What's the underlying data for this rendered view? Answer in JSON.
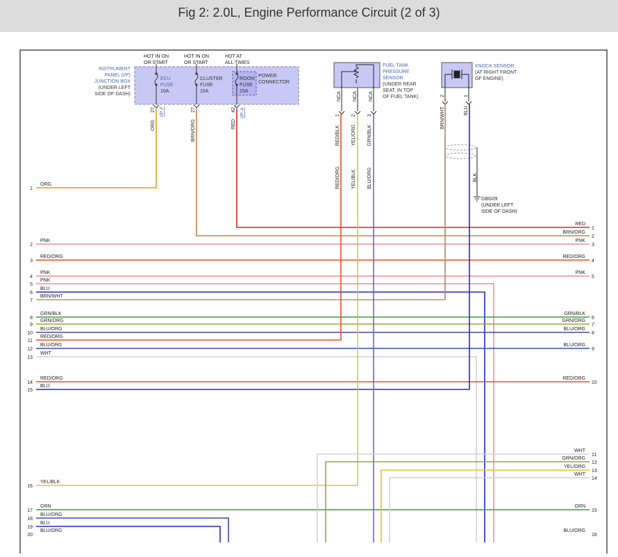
{
  "header": {
    "title": "Fig 2: 2.0L, Engine Performance Circuit (2 of 3)"
  },
  "colors": {
    "ORG": "#f0961e",
    "RED": "#e32020",
    "BRN_ORG": "#c8823c",
    "PNK": "#f28c9a",
    "RED_ORG": "#f04a1e",
    "BLU": "#1e28d2",
    "BRN_WHT": "#b4966e",
    "GRN_BLK": "#3c9a3c",
    "GRN_ORG": "#96aa2a",
    "BLU_ORG": "#3c46c8",
    "WHT": "#d2d2d2",
    "YEL_BLK": "#d2c83c",
    "GRN": "#28aa28",
    "YEL_ORG": "#e6c800",
    "RED_BLK": "#e04040",
    "YEL_ORG2": "#dcd250",
    "GRN_BLK2": "#46b446",
    "BLK": "#222222",
    "panel_fill": "#c8c8f5",
    "panel_border": "#8080c0",
    "label_blue": "#4a68b0"
  },
  "junction_box": {
    "label": [
      "INSTRUMENT",
      "PANEL (I/P)",
      "JUNCTION BOX",
      "(UNDER LEFT",
      "SIDE OF DASH)"
    ],
    "fuses": [
      {
        "hot": [
          "HOT IN ON",
          "OR START"
        ],
        "name": [
          "ECU",
          "FUSE",
          "10A"
        ],
        "pin": "27",
        "conn": "I/P-F",
        "wire": "ORG"
      },
      {
        "hot": [
          "HOT IN ON",
          "OR START"
        ],
        "name": [
          "CLUSTER",
          "FUSE",
          "10A"
        ],
        "pin": "27",
        "conn": "",
        "wire": "BRN/ORG"
      },
      {
        "hot": [
          "HOT AT",
          "ALL TIMES"
        ],
        "name": [
          "ROOM",
          "FUSE",
          "15A"
        ],
        "pin": "42",
        "conn": "I/P-A",
        "wire": "RED"
      }
    ],
    "power_connector": [
      "POWER",
      "CONNECTOR"
    ]
  },
  "fuel_sensor": {
    "label": [
      "FUEL TANK",
      "PRESSURE",
      "SENSOR",
      "(UNDER REAR",
      "SEAT, IN TOP",
      "OF FUEL TANK)"
    ],
    "pins": [
      {
        "nca": "NCA",
        "pin": "1",
        "top": "RED/BLK",
        "bottom": "RED/ORG"
      },
      {
        "nca": "NCA",
        "pin": "2",
        "top": "YEL/ORG",
        "bottom": "YEL/BLK"
      },
      {
        "nca": "NCA",
        "pin": "3",
        "top": "GRN/BLK",
        "bottom": "BLU/ORG"
      }
    ]
  },
  "knock_sensor": {
    "label": [
      "KNOCK SENSOR",
      "(AT RIGHT FRONT",
      "OF ENGINE)"
    ],
    "pins": [
      {
        "pin": "2",
        "wire": "BRN/WHT"
      },
      {
        "pin": "1",
        "wire": "BLU"
      }
    ],
    "shield_wire": "BLK",
    "ground": {
      "name": "GBG09",
      "loc": [
        "(UNDER LEFT",
        "SIDE OF DASH)"
      ]
    }
  },
  "left_rows": [
    {
      "num": "1",
      "label": "ORG"
    },
    {
      "num": "2",
      "label": "PNK"
    },
    {
      "num": "3",
      "label": "RED/ORG"
    },
    {
      "num": "4",
      "label": "PNK"
    },
    {
      "num": "5",
      "label": "PNK"
    },
    {
      "num": "6",
      "label": "BLU"
    },
    {
      "num": "7",
      "label": "BRN/WHT"
    },
    {
      "num": "8",
      "label": "GRN/BLK"
    },
    {
      "num": "9",
      "label": "GRN/ORG"
    },
    {
      "num": "10",
      "label": "BLU/ORG"
    },
    {
      "num": "11",
      "label": "RED/ORG"
    },
    {
      "num": "12",
      "label": "BLU/ORG"
    },
    {
      "num": "13",
      "label": "WHT"
    },
    {
      "num": "14",
      "label": "RED/ORG"
    },
    {
      "num": "15",
      "label": "BLU"
    },
    {
      "num": "16",
      "label": "YEL/BLK"
    },
    {
      "num": "17",
      "label": "GRN"
    },
    {
      "num": "18",
      "label": "BLU/ORG"
    },
    {
      "num": "19",
      "label": "BLU"
    },
    {
      "num": "20",
      "label": "BLU/ORG"
    }
  ],
  "right_rows": [
    {
      "num": "1",
      "label": "RED"
    },
    {
      "num": "2",
      "label": "BRN/ORG"
    },
    {
      "num": "3",
      "label": "PNK"
    },
    {
      "num": "4",
      "label": "RED/ORG"
    },
    {
      "num": "5",
      "label": "PNK"
    },
    {
      "num": "6",
      "label": "GRN/BLK"
    },
    {
      "num": "7",
      "label": "GRN/ORG"
    },
    {
      "num": "8",
      "label": "BLU/ORG"
    },
    {
      "num": "9",
      "label": "BLU/ORG"
    },
    {
      "num": "10",
      "label": "RED/ORG"
    },
    {
      "num": "11",
      "label": "WHT"
    },
    {
      "num": "12",
      "label": "GRN/ORG"
    },
    {
      "num": "13",
      "label": "YEL/ORG"
    },
    {
      "num": "14",
      "label": "WHT"
    },
    {
      "num": "15",
      "label": "GRN"
    },
    {
      "num": "16",
      "label": "BLU/ORG"
    }
  ]
}
